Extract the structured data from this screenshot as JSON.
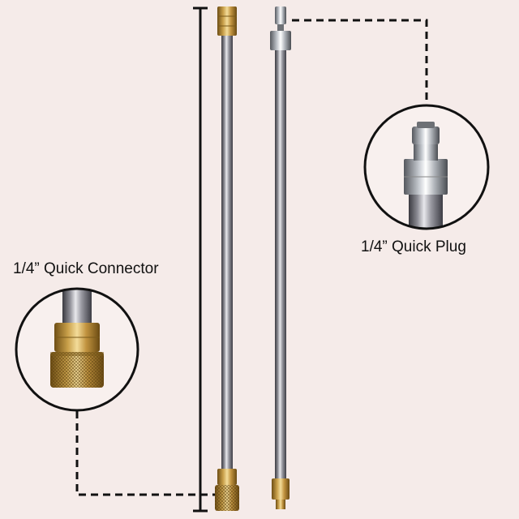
{
  "labels": {
    "quick_plug": "1/4” Quick Plug",
    "quick_connector": "1/4” Quick Connector"
  },
  "colors": {
    "background": "#f5ebe9",
    "steel": "#8f8f97",
    "brass": "#c9a04a",
    "chrome": "#c8ccd2",
    "line": "#111111"
  },
  "objects": [
    "steel-extension-wand-with-quick-connector",
    "steel-extension-wand-with-quick-plug",
    "detail-circle-quick-plug",
    "detail-circle-quick-connector"
  ]
}
